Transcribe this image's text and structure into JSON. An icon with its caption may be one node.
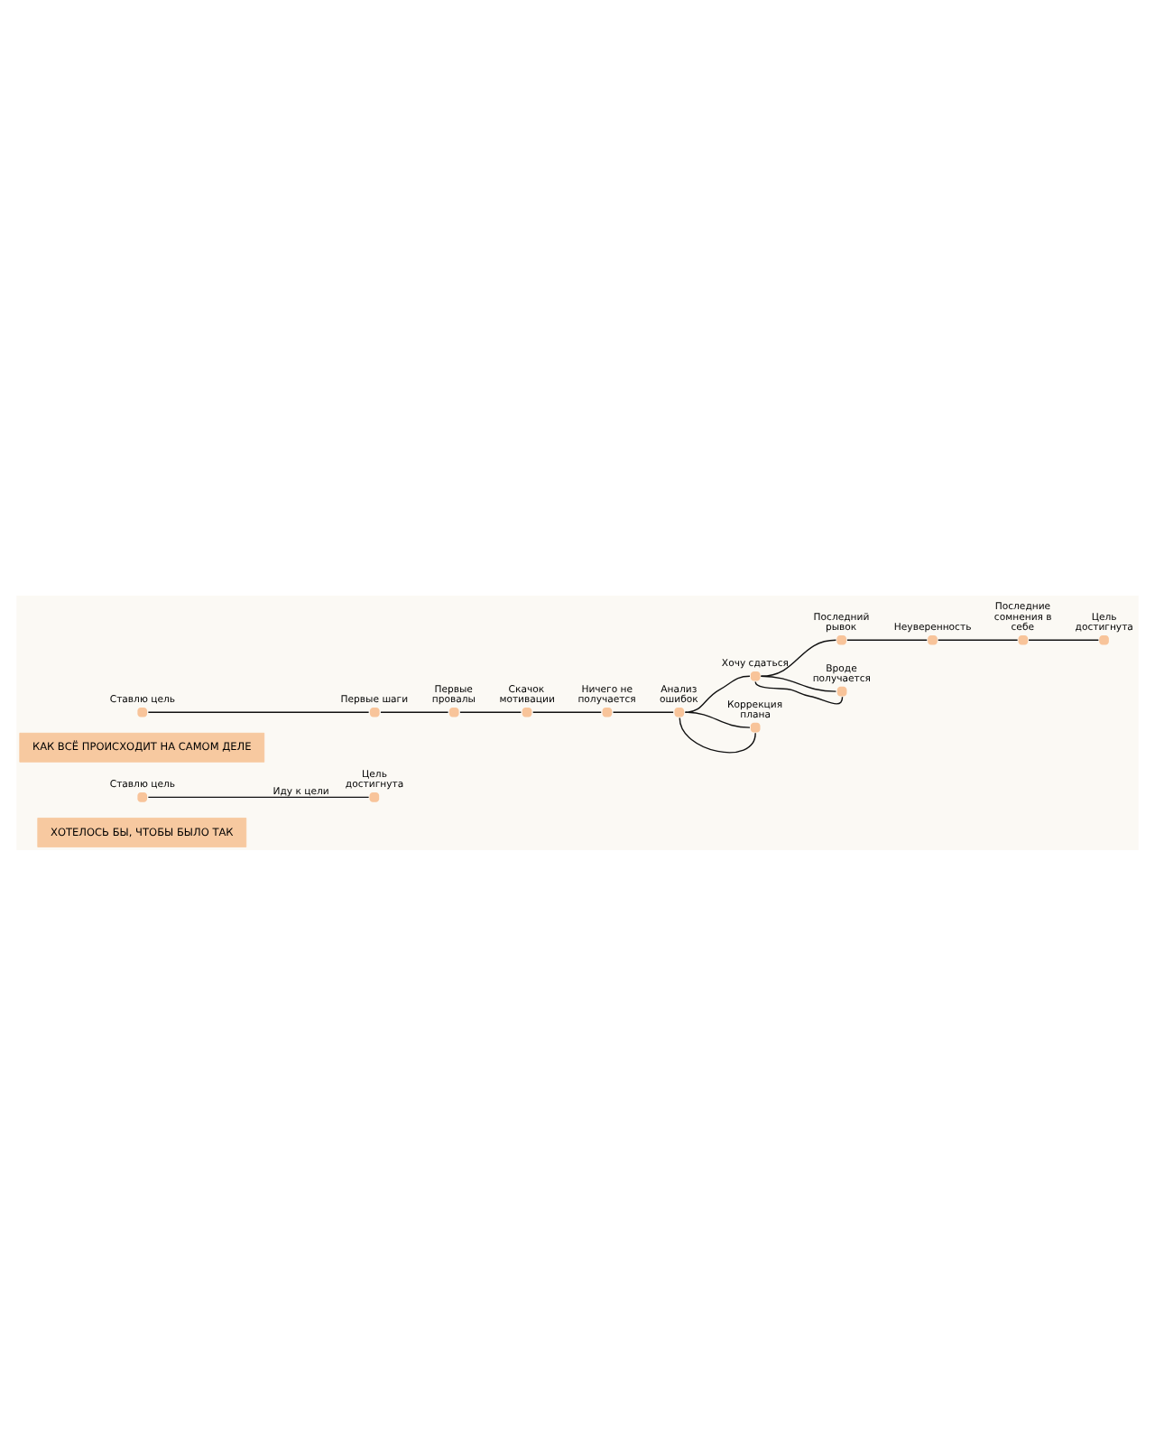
{
  "diagram": {
    "nodes": [
      {
        "text": [
          "ХОТЕЛОСЬ БЫ, ЧТОБЫ БЫЛО ТАК"
        ]
      },
      {
        "text": [],
        "shape": "circle",
        "beside": [
          "Ставлю цель"
        ]
      },
      {
        "text": [],
        "shape": "circle",
        "beside": [
          "Цель достигнута"
        ]
      },
      {
        "text": [
          "КАК ВСЁ ПРОИСХОДИТ НА САМОМ ДЕЛЕ"
        ]
      },
      {
        "text": [],
        "shape": "circle",
        "beside": [
          "Ставлю цель"
        ]
      },
      {
        "text": [],
        "shape": "circle",
        "beside": [
          "Первые шаги"
        ]
      },
      {
        "text": [],
        "shape": "circle",
        "beside": [
          "Первые провалы"
        ]
      },
      {
        "text": [],
        "shape": "circle",
        "beside": [
          "Скачок мотивации"
        ]
      },
      {
        "text": [],
        "shape": "circle",
        "beside": [
          "Ничего не получается"
        ]
      },
      {
        "text": [],
        "shape": "circle",
        "beside": [
          "Анализ ошибок"
        ]
      },
      {
        "text": [],
        "shape": "circle",
        "beside": [
          "Коррекция плана"
        ]
      },
      {
        "text": [],
        "shape": "circle",
        "beside": [
          "Хочу сдаться"
        ]
      },
      {
        "text": [],
        "shape": "circle",
        "beside": [
          "Вроде получается"
        ]
      },
      {
        "text": [],
        "shape": "circle",
        "beside": [
          "Последний рывок"
        ]
      },
      {
        "text": [],
        "shape": "circle",
        "beside": [
          "Неуверенность"
        ]
      },
      {
        "text": [],
        "shape": "circle",
        "beside": [
          "Последние сомнения в себе"
        ]
      },
      {
        "text": [],
        "shape": "circle",
        "beside": [
          "Цель достигнута"
        ]
      }
    ],
    "edges": [
      {
        "from": 1,
        "to": 2,
        "arrow": "none",
        "label": "Иду к цели"
      },
      {
        "from": 4,
        "to": 5,
        "arrow": "none"
      },
      {
        "from": 5,
        "to": 6,
        "arrow": "none"
      },
      {
        "from": 6,
        "to": 7,
        "arrow": "none"
      },
      {
        "from": 7,
        "to": 8,
        "arrow": "none"
      },
      {
        "from": 8,
        "to": 9,
        "arrow": "none"
      },
      {
        "from": 9,
        "to": 10,
        "arrow": "none"
      },
      {
        "from": 10,
        "to": 9,
        "arrow": "none"
      },
      {
        "from": 9,
        "to": 11,
        "arrow": "none"
      },
      {
        "from": 11,
        "to": 12,
        "arrow": "none"
      },
      {
        "from": 12,
        "to": 11,
        "arrow": "none"
      },
      {
        "from": 11,
        "to": 13,
        "arrow": "none"
      },
      {
        "from": 13,
        "to": 14,
        "arrow": "none"
      },
      {
        "from": 14,
        "to": 15,
        "arrow": "none"
      },
      {
        "from": 15,
        "to": 16,
        "arrow": "none"
      }
    ]
  }
}
